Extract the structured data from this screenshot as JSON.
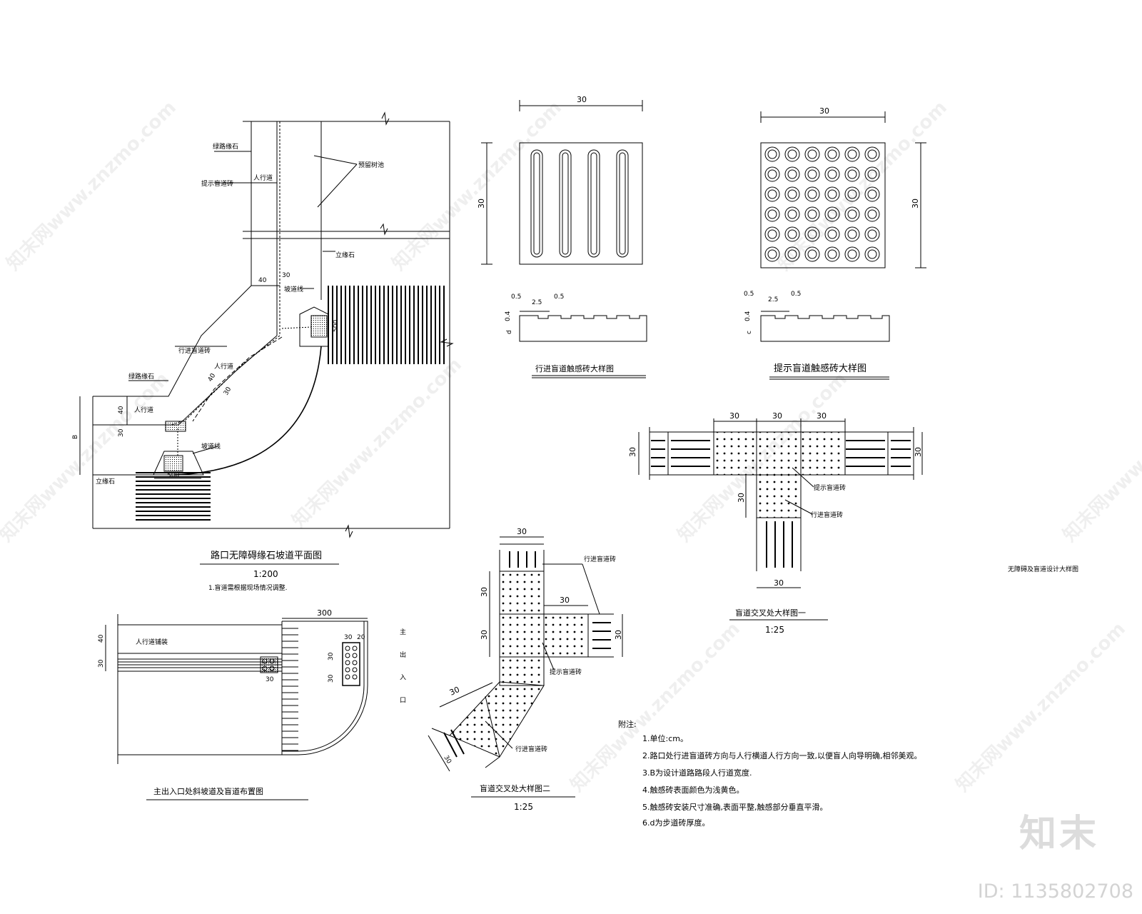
{
  "watermark": "知末网www.znzmo.com",
  "brand": {
    "logo": "知末",
    "id": "ID: 1135802708"
  },
  "plan": {
    "labels": {
      "curb_top": "绿路缘石",
      "hint_brick": "提示盲道砖",
      "sidewalk_top": "人行道",
      "tree_pit": "预留树池",
      "vertical_curb_top": "立缘石",
      "ramp_top": "坡道线",
      "guide_brick": "行进盲道砖",
      "sidewalk_mid": "人行道",
      "curb_left": "绿路缘石",
      "sidewalk_left": "人行道",
      "vertical_curb_bottom": "立缘石",
      "ramp_bottom": "坡道线"
    },
    "dims": {
      "d40a": "40",
      "d30a": "30",
      "d500a": "500",
      "d40b": "40",
      "d40c": "40",
      "d30c": "30",
      "d500b": "500",
      "dB": "B",
      "d30d": "30"
    },
    "title": "路口无障碍缘石坡道平面图",
    "scale": "1:200",
    "note": "1.盲道需根据现场情况调整."
  },
  "tile1": {
    "dim_top": "30",
    "dim_side": "30",
    "sec_d1": "0.5",
    "sec_d2": "2.5",
    "sec_d3": "0.5",
    "sec_h": "0.4",
    "sec_d": "d",
    "title": "行进盲道触感砖大样图"
  },
  "tile2": {
    "dim_top": "30",
    "dim_side": "30",
    "sec_d1": "0.5",
    "sec_d2": "2.5",
    "sec_d3": "0.5",
    "sec_h": "0.4",
    "sec_d": "c",
    "title": "提示盲道触感砖大样图"
  },
  "cross1": {
    "dims": {
      "a": "30",
      "b": "30",
      "c": "30",
      "left": "30",
      "right": "30",
      "stem": "30",
      "bottom": "30"
    },
    "label_hint": "提示盲道砖",
    "label_guide": "行进盲道砖",
    "title": "盲道交叉处大样图一",
    "scale": "1:25"
  },
  "cross2": {
    "dims": {
      "top": "30",
      "left1": "30",
      "left2": "30",
      "mid": "30",
      "right": "30",
      "diag": "30",
      "diag2": "30"
    },
    "label_guide_top": "行进盲道砖",
    "label_hint": "提示盲道砖",
    "label_guide_bottom": "行进盲道砖",
    "title": "盲道交叉处大样图二",
    "scale": "1:25"
  },
  "entrance": {
    "dims": {
      "top": "300",
      "d40": "40",
      "d30": "30",
      "r30": "30",
      "r20": "20",
      "m30a": "30",
      "m30b": "30",
      "m30c": "30"
    },
    "sidewalk": "人行道铺装",
    "side_text": "主 出 入 口",
    "title": "主出入口处斜坡道及盲道布置图"
  },
  "notes": {
    "heading": "附注:",
    "items": [
      "1.单位:cm。",
      "2.路口处行进盲道砖方向与人行横道人行方向一致,以便盲人向导明确,相邻美观。",
      "3.B为设计道路路段人行道宽度.",
      "4.触感砖表面颜色为浅黄色。",
      "5.触感砖安装尺寸准确,表面平整,触感部分垂直平滑。",
      "6.d为步道砖厚度。"
    ]
  },
  "sheet_title": "无障碍及盲道设计大样图"
}
